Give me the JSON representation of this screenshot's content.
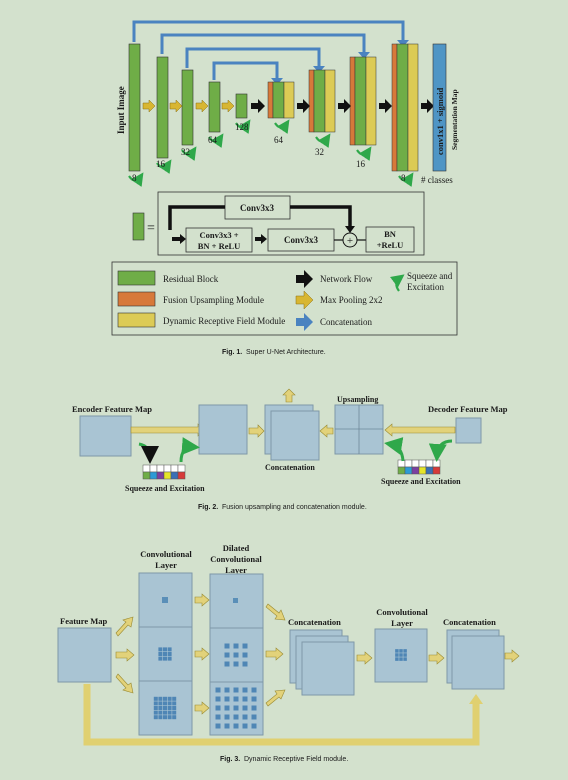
{
  "colors": {
    "background": "#d3e1cd",
    "residual": "#6fad47",
    "fusion": "#d7793a",
    "drf": "#dccb55",
    "concat_arrow": "#4a83c0",
    "flow_arrow": "#111111",
    "pool_arrow": "#d8b632",
    "se_arrow": "#2fa84a",
    "map_fill": "#a9c4d3",
    "map_stroke": "#7e98a8",
    "head": "#4f95c5"
  },
  "fig1": {
    "input_label": "Input Image",
    "channels": [
      "8",
      "16",
      "32",
      "64",
      "128",
      "64",
      "32",
      "16",
      "8"
    ],
    "classes_label": "# classes",
    "head_label": "conv1x1 + sigmoid",
    "output_label": "Segmentation Map",
    "block": {
      "equals": "=",
      "conv_top": "Conv3x3",
      "conv_bn_1": "Conv3x3 +",
      "conv_bn_2": "BN + ReLU",
      "conv_mid": "Conv3x3",
      "add_symbol": "+",
      "bn_1": "BN",
      "bn_2": "+ReLU"
    },
    "legend": {
      "residual": "Residual Block",
      "fusion": "Fusion Upsampling Module",
      "drf": "Dynamic Receptive Field Module",
      "flow": "Network Flow",
      "pool": "Max Pooling 2x2",
      "concat": "Concatenation",
      "se_1": "Squeeze and",
      "se_2": "Excitation"
    },
    "caption_num": "Fig. 1.",
    "caption_text": "Super U-Net Architecture."
  },
  "fig2": {
    "encoder_label": "Encoder Feature Map",
    "decoder_label": "Decoder Feature Map",
    "upsampling_label": "Upsampling",
    "concat_label": "Concatenation",
    "se_left": "Squeeze and Excitation",
    "se_right": "Squeeze and Excitation",
    "se_colors": [
      "#6fad47",
      "#2d9ad6",
      "#7b3fa0",
      "#e5e52a",
      "#3a6fb5",
      "#d63a3a"
    ],
    "caption_num": "Fig. 2.",
    "caption_text": "Fusion upsampling and concatenation module."
  },
  "fig3": {
    "feature_label": "Feature Map",
    "conv_label_1": "Convolutional",
    "conv_label_2": "Layer",
    "dilated_label_1": "Dilated",
    "dilated_label_2": "Convolutional",
    "dilated_label_3": "Layer",
    "concat_label": "Concatenation",
    "conv2_label_1": "Convolutional",
    "conv2_label_2": "Layer",
    "concat2_label": "Concatenation",
    "caption_num": "Fig. 3.",
    "caption_text": "Dynamic Receptive Field module."
  }
}
